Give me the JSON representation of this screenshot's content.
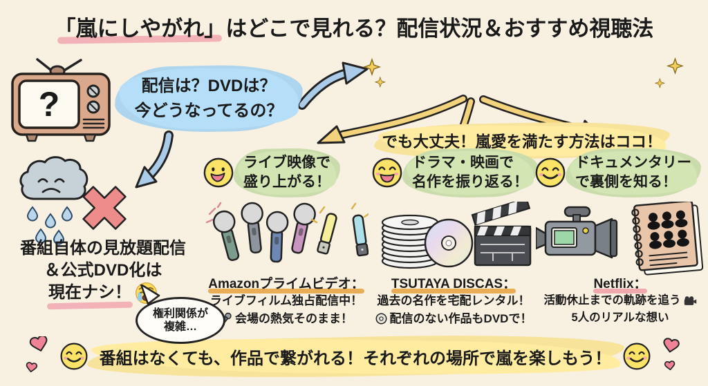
{
  "title": {
    "highlight": "「嵐にしやがれ」",
    "rest": "はどこで見れる？配信状況＆おすすめ視聴法"
  },
  "tv": {
    "screen_text": "?"
  },
  "question_bubble": {
    "line1": "配信は？DVDは？",
    "line2": "今どうなってるの？"
  },
  "solution_banner": {
    "text": "でも大丈夫！嵐愛を満たす方法はココ！"
  },
  "unavailable": {
    "line1": "番組自体の見放題配信",
    "line2": "＆公式DVD化は",
    "line3": "現在ナシ！",
    "speech_bubble": {
      "line1": "権利関係が",
      "line2": "複雑…"
    }
  },
  "columns": [
    {
      "header_line1": "ライブ映像で",
      "header_line2": "盛り上がる！",
      "service_name": "Amazonプライムビデオ：",
      "desc_line1": "ライブフィルム独占配信中！",
      "desc_line2": "会場の熱気そのまま！"
    },
    {
      "header_line1": "ドラマ・映画で",
      "header_line2": "名作を振り返る！",
      "service_name": "TSUTAYA DISCAS：",
      "desc_line1": "過去の名作を宅配レンタル！",
      "desc_line2": "配信のない作品もDVDで！"
    },
    {
      "header_line1": "ドキュメンタリー",
      "header_line2": "で裏側を知る！",
      "service_name": "Netflix：",
      "desc_line1": "活動休止までの軌跡を追う",
      "desc_line2": "5人のリアルな想い"
    }
  ],
  "footer": {
    "text": "番組はなくても、作品で繋がれる！それぞれの場所で嵐を楽しもう！"
  },
  "colors": {
    "background": "#f8f1e2",
    "blue_highlight": "#aed5ee",
    "yellow_highlight": "#f7e39a",
    "green_highlight": "#cadcab",
    "pink_underline": "#f3b2b7",
    "orange_underline": "#e9ad55",
    "red_x": "#ee8c8c",
    "arrow_blue": "#abcce9",
    "arrow_yellow": "#f3d47c",
    "heart_pink": "#ef8296"
  },
  "icons": {
    "tv": "📺",
    "rain-cloud": "🌧",
    "cross": "✕",
    "crying-face": "😭",
    "smiley": "😊",
    "microphone": "🎤",
    "penlight": "light-stick",
    "dvd-stack": "📀",
    "clapperboard": "🎬",
    "video-camera": "🎥",
    "notebook": "📓",
    "sparkle": "✦",
    "heart": "♥"
  }
}
